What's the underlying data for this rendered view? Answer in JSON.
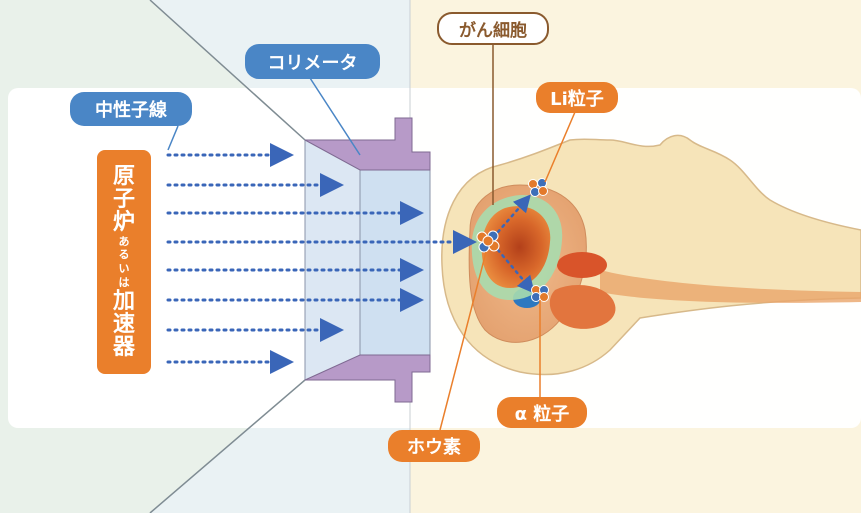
{
  "labels": {
    "neutron_beam": "中性子線",
    "collimator": "コリメータ",
    "cancer_cell": "がん細胞",
    "li_particle": "Li粒子",
    "alpha_particle": "α 粒子",
    "boron": "ホウ素",
    "source": {
      "line1": "原",
      "line2": "子",
      "line3": "炉",
      "line4": "あ",
      "line5": "る",
      "line6": "い",
      "line7": "は",
      "line8": "加",
      "line9": "速",
      "line10": "器"
    }
  },
  "colors": {
    "background": "#fbf4df",
    "beam_band": "#ffffff",
    "beam_arrows": "#3a66b8",
    "label_blue": "#4a86c6",
    "label_orange": "#ea7f2b",
    "collimator_frame": "#b79ac8",
    "collimator_window": "#dde8f5",
    "head_skin": "#f6e4b9",
    "tumor_core": "#c8531f",
    "tumor_halo": "#a8dcae"
  },
  "icons": {
    "arrow": "dotted-right-arrow",
    "particle": "atom-cluster-icon"
  }
}
